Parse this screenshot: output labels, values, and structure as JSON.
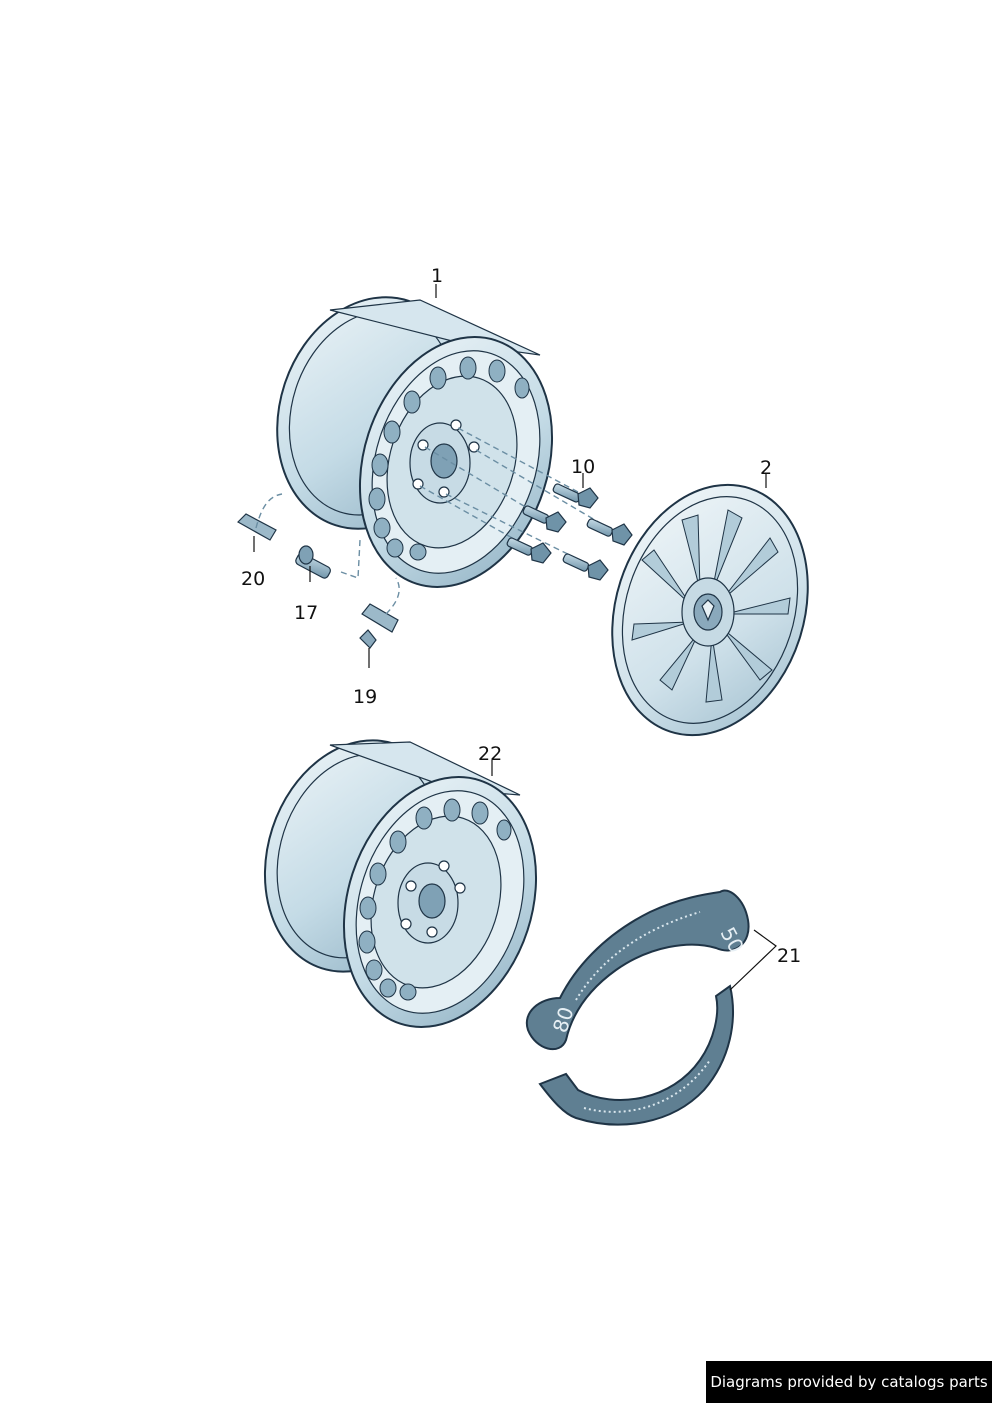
{
  "diagram": {
    "callouts": {
      "c1": "1",
      "c2": "2",
      "c10": "10",
      "c17": "17",
      "c19": "19",
      "c20": "20",
      "c21": "21",
      "c22": "22"
    },
    "sticker_marks": {
      "m50": "50",
      "m80": "80"
    },
    "colors": {
      "rim_fill": "#dbe9f0",
      "rim_shade": "#9fbccb",
      "outline": "#1f3446",
      "sticker": "#5f7f92"
    }
  },
  "footer": {
    "credit": "Diagrams provided by catalogs parts"
  }
}
